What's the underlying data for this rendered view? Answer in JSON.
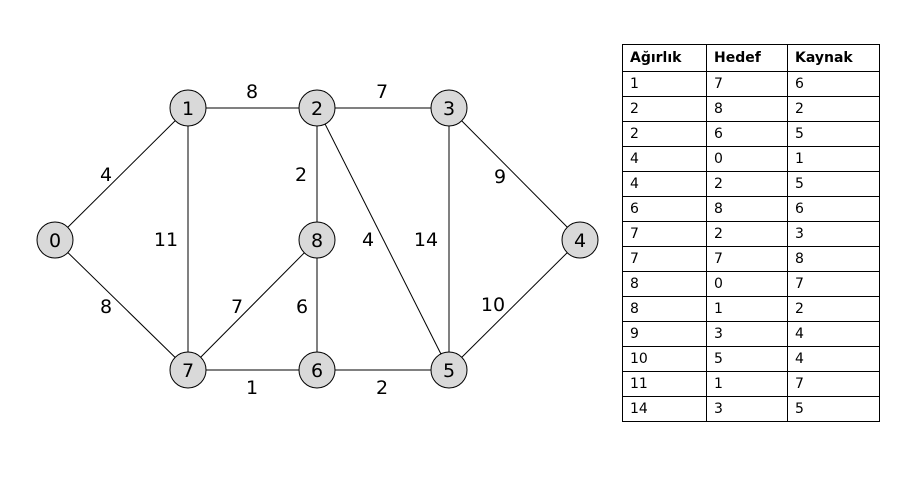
{
  "graph": {
    "nodes": [
      {
        "id": "0",
        "label": "0"
      },
      {
        "id": "1",
        "label": "1"
      },
      {
        "id": "2",
        "label": "2"
      },
      {
        "id": "3",
        "label": "3"
      },
      {
        "id": "4",
        "label": "4"
      },
      {
        "id": "5",
        "label": "5"
      },
      {
        "id": "6",
        "label": "6"
      },
      {
        "id": "7",
        "label": "7"
      },
      {
        "id": "8",
        "label": "8"
      }
    ],
    "edges": [
      {
        "from": "0",
        "to": "1",
        "weight": "4"
      },
      {
        "from": "1",
        "to": "2",
        "weight": "8"
      },
      {
        "from": "2",
        "to": "3",
        "weight": "7"
      },
      {
        "from": "3",
        "to": "4",
        "weight": "9"
      },
      {
        "from": "0",
        "to": "7",
        "weight": "8"
      },
      {
        "from": "1",
        "to": "7",
        "weight": "11"
      },
      {
        "from": "2",
        "to": "8",
        "weight": "2"
      },
      {
        "from": "2",
        "to": "5",
        "weight": "4"
      },
      {
        "from": "3",
        "to": "5",
        "weight": "14"
      },
      {
        "from": "8",
        "to": "7",
        "weight": "7"
      },
      {
        "from": "8",
        "to": "6",
        "weight": "6"
      },
      {
        "from": "4",
        "to": "5",
        "weight": "10"
      },
      {
        "from": "7",
        "to": "6",
        "weight": "1"
      },
      {
        "from": "6",
        "to": "5",
        "weight": "2"
      }
    ],
    "node_fill": "#d9d9d9"
  },
  "table": {
    "headers": [
      "Ağırlık",
      "Hedef",
      "Kaynak"
    ],
    "rows": [
      [
        "1",
        "7",
        "6"
      ],
      [
        "2",
        "8",
        "2"
      ],
      [
        "2",
        "6",
        "5"
      ],
      [
        "4",
        "0",
        "1"
      ],
      [
        "4",
        "2",
        "5"
      ],
      [
        "6",
        "8",
        "6"
      ],
      [
        "7",
        "2",
        "3"
      ],
      [
        "7",
        "7",
        "8"
      ],
      [
        "8",
        "0",
        "7"
      ],
      [
        "8",
        "1",
        "2"
      ],
      [
        "9",
        "3",
        "4"
      ],
      [
        "10",
        "5",
        "4"
      ],
      [
        "11",
        "1",
        "7"
      ],
      [
        "14",
        "3",
        "5"
      ]
    ]
  }
}
